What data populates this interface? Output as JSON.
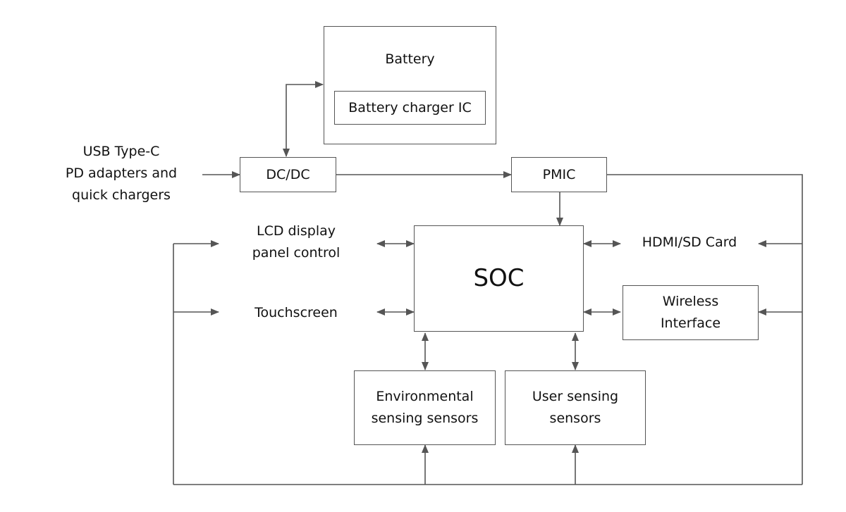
{
  "colors": {
    "line": "#555555",
    "box_border": "#555555",
    "text": "#111111",
    "background": "#ffffff"
  },
  "nodes": {
    "battery": "Battery",
    "battery_charger": "Battery charger IC",
    "usb_input": "USB Type-C\nPD adapters and\nquick chargers",
    "dcdc": "DC/DC",
    "pmic": "PMIC",
    "lcd": "LCD display\npanel control",
    "touchscreen": "Touchscreen",
    "soc": "SOC",
    "hdmi_sd": "HDMI/SD Card",
    "wireless": "Wireless\nInterface",
    "env_sensors": "Environmental\nsensing sensors",
    "user_sensors": "User sensing\nsensors"
  }
}
